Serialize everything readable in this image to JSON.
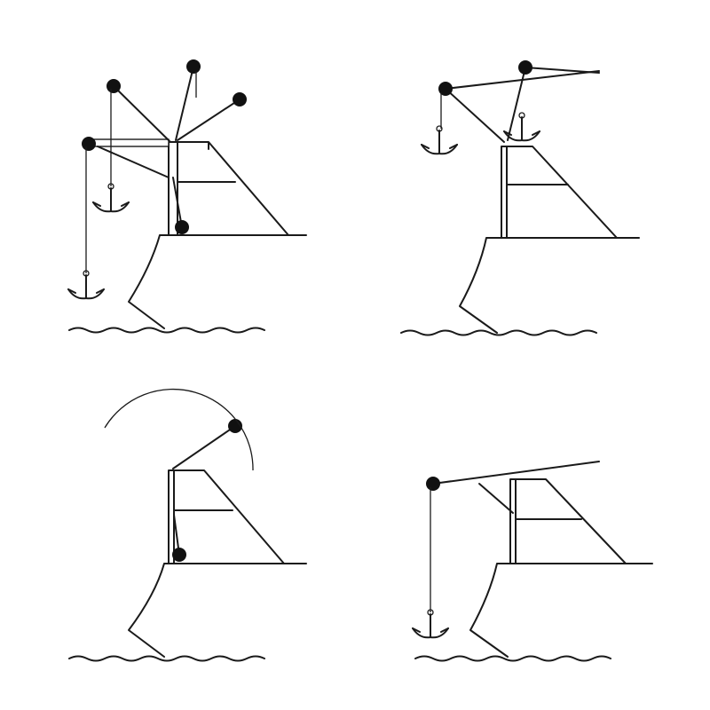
{
  "diagram": {
    "panels": [
      {
        "id": "multiple-positions",
        "pulleys": 5,
        "anchors": 2
      },
      {
        "id": "stowed-anchor",
        "pulleys": 2,
        "anchors": 2
      },
      {
        "id": "swing-arc",
        "pulleys": 2,
        "anchors": 0
      },
      {
        "id": "deployed-anchor",
        "pulleys": 1,
        "anchors": 1
      }
    ],
    "colors": {
      "line": "#1a1a1a",
      "background": "#ffffff"
    }
  }
}
